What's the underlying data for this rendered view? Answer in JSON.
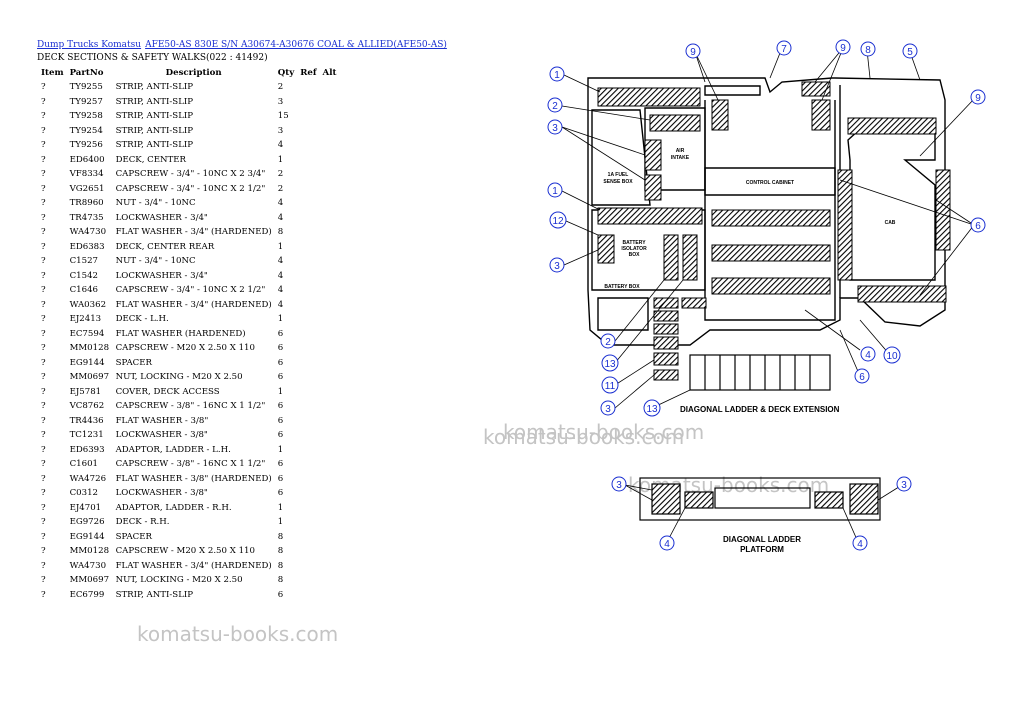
{
  "breadcrumb": {
    "link1": "Dump Trucks Komatsu",
    "link2": "AFE50-AS 830E S/N A30674-A30676 COAL & ALLIED(AFE50-AS)"
  },
  "section_title": "DECK SECTIONS & SAFETY WALKS(022 : 41492)",
  "table": {
    "headers": {
      "item": "Item",
      "part": "PartNo",
      "desc": "Description",
      "qty": "Qty",
      "ref": "Ref",
      "alt": "Alt"
    },
    "rows": [
      {
        "item": "?",
        "part": "TY9255",
        "desc": "STRIP, ANTI-SLIP",
        "qty": "2"
      },
      {
        "item": "?",
        "part": "TY9257",
        "desc": "STRIP, ANTI-SLIP",
        "qty": "3"
      },
      {
        "item": "?",
        "part": "TY9258",
        "desc": "STRIP, ANTI-SLIP",
        "qty": "15"
      },
      {
        "item": "?",
        "part": "TY9254",
        "desc": "STRIP, ANTI-SLIP",
        "qty": "3"
      },
      {
        "item": "?",
        "part": "TY9256",
        "desc": "STRIP, ANTI-SLIP",
        "qty": "4"
      },
      {
        "item": "?",
        "part": "ED6400",
        "desc": "DECK, CENTER",
        "qty": "1"
      },
      {
        "item": "?",
        "part": "VF8334",
        "desc": "CAPSCREW - 3/4\" - 10NC X 2 3/4\"",
        "qty": "2"
      },
      {
        "item": "?",
        "part": "VG2651",
        "desc": "CAPSCREW - 3/4\" - 10NC X 2 1/2\"",
        "qty": "2"
      },
      {
        "item": "?",
        "part": "TR8960",
        "desc": "NUT - 3/4\" - 10NC",
        "qty": "4"
      },
      {
        "item": "?",
        "part": "TR4735",
        "desc": "LOCKWASHER - 3/4\"",
        "qty": "4"
      },
      {
        "item": "?",
        "part": "WA4730",
        "desc": "FLAT WASHER - 3/4\" (HARDENED)",
        "qty": "8"
      },
      {
        "item": "?",
        "part": "ED6383",
        "desc": "DECK, CENTER REAR",
        "qty": "1"
      },
      {
        "item": "?",
        "part": "C1527",
        "desc": "NUT - 3/4\" - 10NC",
        "qty": "4"
      },
      {
        "item": "?",
        "part": "C1542",
        "desc": "LOCKWASHER - 3/4\"",
        "qty": "4"
      },
      {
        "item": "?",
        "part": "C1646",
        "desc": "CAPSCREW - 3/4\" - 10NC X 2 1/2\"",
        "qty": "4"
      },
      {
        "item": "?",
        "part": "WA0362",
        "desc": "FLAT WASHER - 3/4\" (HARDENED)",
        "qty": "4"
      },
      {
        "item": "?",
        "part": "EJ2413",
        "desc": "DECK - L.H.",
        "qty": "1"
      },
      {
        "item": "?",
        "part": "EC7594",
        "desc": "FLAT WASHER (HARDENED)",
        "qty": "6"
      },
      {
        "item": "?",
        "part": "MM0128",
        "desc": "CAPSCREW - M20 X 2.50 X 110",
        "qty": "6"
      },
      {
        "item": "?",
        "part": "EG9144",
        "desc": "SPACER",
        "qty": "6"
      },
      {
        "item": "?",
        "part": "MM0697",
        "desc": "NUT, LOCKING - M20 X 2.50",
        "qty": "6"
      },
      {
        "item": "?",
        "part": "EJ5781",
        "desc": "COVER, DECK ACCESS",
        "qty": "1"
      },
      {
        "item": "?",
        "part": "VC8762",
        "desc": "CAPSCREW - 3/8\" - 16NC X 1 1/2\"",
        "qty": "6"
      },
      {
        "item": "?",
        "part": "TR4436",
        "desc": "FLAT WASHER - 3/8\"",
        "qty": "6"
      },
      {
        "item": "?",
        "part": "TC1231",
        "desc": "LOCKWASHER - 3/8\"",
        "qty": "6"
      },
      {
        "item": "?",
        "part": "ED6393",
        "desc": "ADAPTOR, LADDER - L.H.",
        "qty": "1"
      },
      {
        "item": "?",
        "part": "C1601",
        "desc": "CAPSCREW - 3/8\" - 16NC X 1 1/2\"",
        "qty": "6"
      },
      {
        "item": "?",
        "part": "WA4726",
        "desc": "FLAT WASHER - 3/8\" (HARDENED)",
        "qty": "6"
      },
      {
        "item": "?",
        "part": "C0312",
        "desc": "LOCKWASHER - 3/8\"",
        "qty": "6"
      },
      {
        "item": "?",
        "part": "EJ4701",
        "desc": "ADAPTOR, LADDER - R.H.",
        "qty": "1"
      },
      {
        "item": "?",
        "part": "EG9726",
        "desc": "DECK - R.H.",
        "qty": "1"
      },
      {
        "item": "?",
        "part": "EG9144",
        "desc": "SPACER",
        "qty": "8"
      },
      {
        "item": "?",
        "part": "MM0128",
        "desc": "CAPSCREW - M20 X 2.50 X 110",
        "qty": "8"
      },
      {
        "item": "?",
        "part": "WA4730",
        "desc": "FLAT WASHER - 3/4\" (HARDENED)",
        "qty": "8"
      },
      {
        "item": "?",
        "part": "MM0697",
        "desc": "NUT, LOCKING - M20 X 2.50",
        "qty": "8"
      },
      {
        "item": "?",
        "part": "EC6799",
        "desc": "STRIP, ANTI-SLIP",
        "qty": "6"
      }
    ]
  },
  "diagram": {
    "caption1": "DIAGONAL LADDER & DECK EXTENSION",
    "caption2_line1": "DIAGONAL LADDER",
    "caption2_line2": "PLATFORM",
    "label_control_cabinet": "CONTROL CABINET",
    "label_cab": "CAB",
    "label_air_intake_1": "AIR",
    "label_air_intake_2": "INTAKE",
    "label_battery_box": "BATTERY BOX",
    "label_battery_isolator_1": "BATTERY",
    "label_battery_isolator_2": "ISOLATOR",
    "label_battery_isolator_3": "BOX",
    "label_fuel_1": "1A FUEL",
    "label_fuel_2": "SENSE BOX",
    "callouts": [
      "1",
      "2",
      "3",
      "1",
      "12",
      "3",
      "2",
      "13",
      "11",
      "3",
      "13",
      "9",
      "7",
      "9",
      "8",
      "5",
      "9",
      "6",
      "4",
      "10",
      "6",
      "3",
      "4",
      "3",
      "4"
    ]
  },
  "watermarks": [
    "komatsu-books.com",
    "komatsu-books.com",
    "komatsu-books.com",
    "komatsu-books.com"
  ]
}
